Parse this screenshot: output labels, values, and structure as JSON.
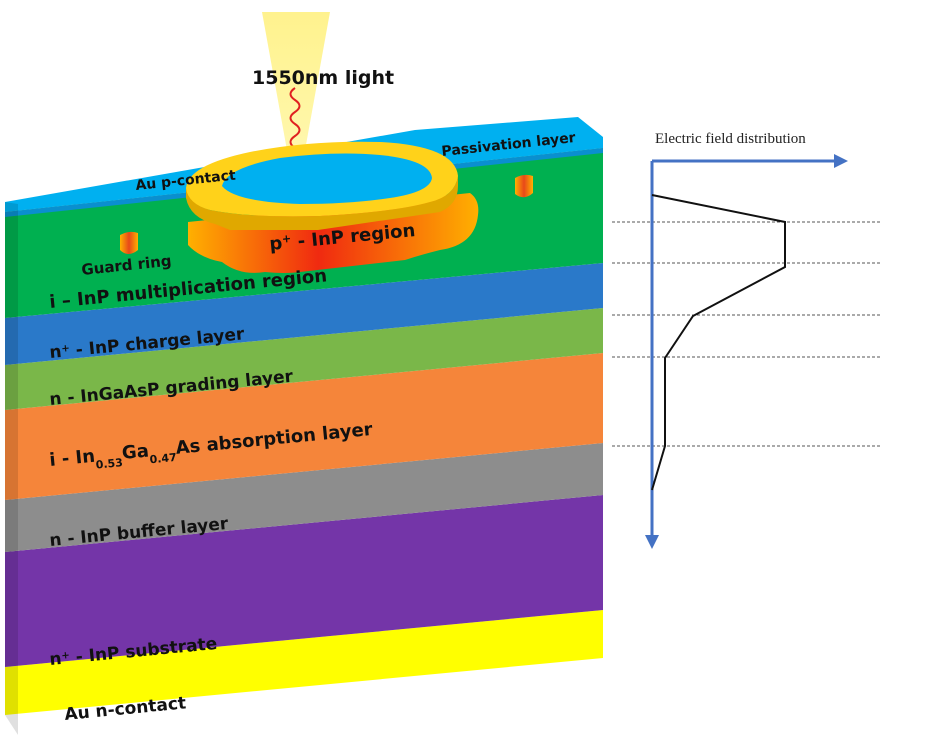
{
  "light": {
    "label": "1550nm light"
  },
  "labels": {
    "au_p_contact": "Au p-contact",
    "passivation": "Passivation layer",
    "guard_ring": "Guard ring",
    "p_region": {
      "prefix": "p",
      "sup": "+",
      "suffix": " - InP region"
    }
  },
  "layers": [
    {
      "id": "multiplication",
      "parts": [
        {
          "t": "i – InP multiplication region"
        }
      ],
      "color": "#2a79c9"
    },
    {
      "id": "charge",
      "parts": [
        {
          "t": "n"
        },
        {
          "t": "+",
          "s": "sup"
        },
        {
          "t": " - InP charge layer"
        }
      ],
      "color": "#7ab749"
    },
    {
      "id": "grading",
      "parts": [
        {
          "t": "n - InGaAsP grading layer"
        }
      ],
      "color": "#f5853a"
    },
    {
      "id": "absorption",
      "parts": [
        {
          "t": "i - In"
        },
        {
          "t": "0.53",
          "s": "sub"
        },
        {
          "t": "Ga"
        },
        {
          "t": "0.47",
          "s": "sub"
        },
        {
          "t": "As absorption layer"
        }
      ],
      "color": "#f5853a"
    },
    {
      "id": "buffer",
      "parts": [
        {
          "t": "n - InP buffer layer"
        }
      ],
      "color": "#8d8d8d"
    },
    {
      "id": "substrate",
      "parts": [
        {
          "t": "n"
        },
        {
          "t": "+",
          "s": "sup"
        },
        {
          "t": " - InP substrate"
        }
      ],
      "color": "#7435a8"
    },
    {
      "id": "n_contact",
      "parts": [
        {
          "t": "Au n-contact"
        }
      ],
      "color": "#ffff00"
    }
  ],
  "field": {
    "title": "Electric field distribution",
    "axis_color": "#4472c4"
  },
  "colors": {
    "passivation": "#00b0f0",
    "top_green": "#00b050",
    "gold": "#ffc000"
  }
}
